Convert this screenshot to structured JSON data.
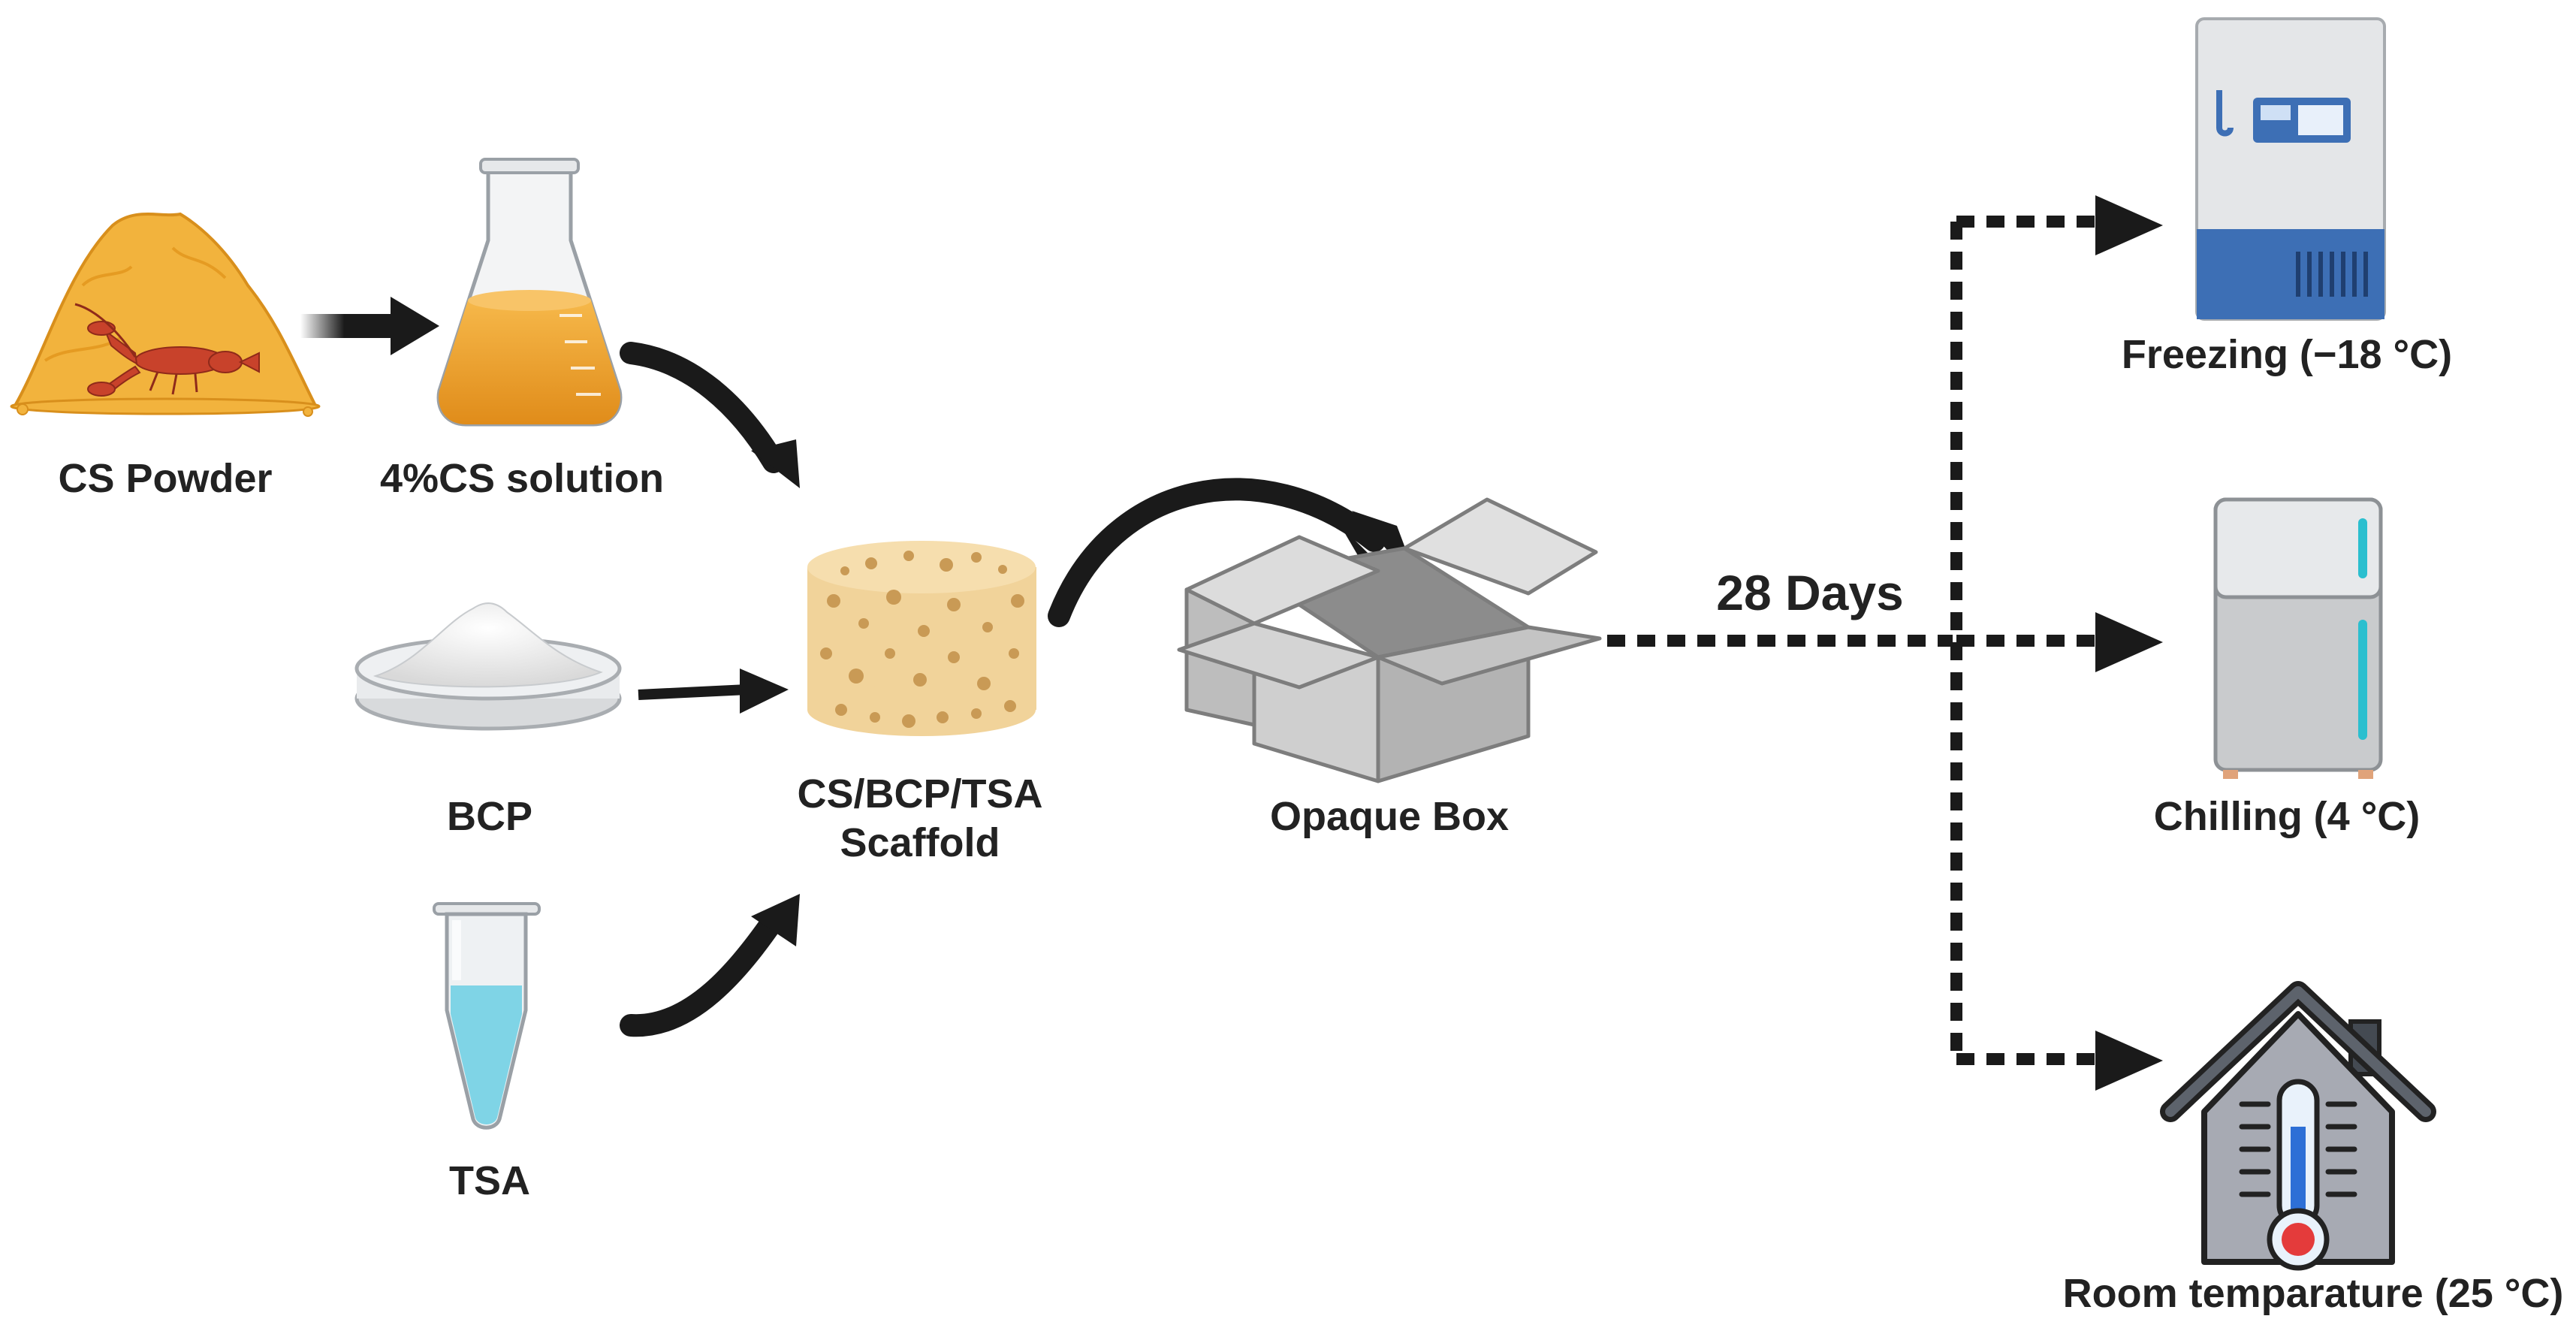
{
  "nodes": {
    "cs_powder": "CS Powder",
    "cs_solution": "4%CS solution",
    "bcp": "BCP",
    "tsa": "TSA",
    "scaffold_line1": "CS/BCP/TSA",
    "scaffold_line2": "Scaffold",
    "opaque_box": "Opaque Box",
    "duration": "28 Days",
    "freezing": "Freezing (−18 °C)",
    "chilling": "Chilling (4 °C)",
    "room": "Room temparature (25 °C)"
  },
  "icons": [
    "powder-pile-with-crayfish-icon",
    "erlenmeyer-flask-icon",
    "petri-dish-powder-icon",
    "microcentrifuge-tube-icon",
    "porous-scaffold-icon",
    "open-cardboard-box-icon",
    "upright-freezer-icon",
    "refrigerator-icon",
    "house-thermometer-icon"
  ],
  "colors": {
    "powder": "#f2b33d",
    "solution": "#f0a22a",
    "scaffold": "#f1d39a",
    "box": "#c9c9c9",
    "freezer_base": "#3d6fb5",
    "fridge_handle": "#2bbfcf",
    "tube_liquid": "#7fd4e6",
    "arrow": "#1a1a1a"
  }
}
